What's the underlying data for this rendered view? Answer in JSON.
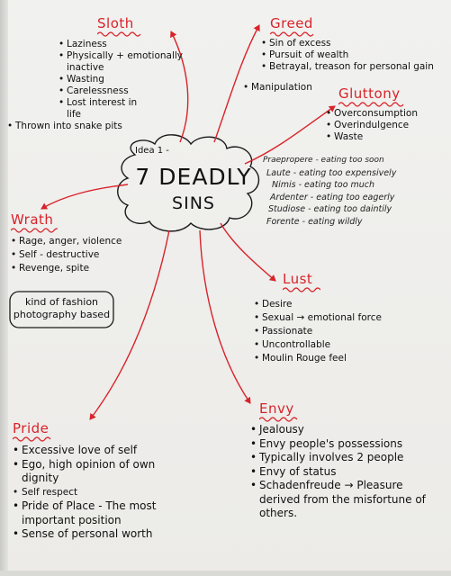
{
  "center": {
    "idea": "Idea 1 -",
    "title": "7 DEADLY",
    "subtitle": "SINS"
  },
  "sloth": {
    "heading": "Sloth",
    "items": [
      "Laziness",
      "Physically + emotionally inactive",
      "Wasting",
      "Carelessness",
      "Lost interest in life",
      "Thrown into snake pits"
    ]
  },
  "greed": {
    "heading": "Greed",
    "items": [
      "Sin of excess",
      "Pursuit of wealth",
      "Betrayal, treason for personal gain",
      "Manipulation"
    ]
  },
  "gluttony": {
    "heading": "Gluttony",
    "items": [
      "Overconsumption",
      "Overindulgence",
      "Waste"
    ],
    "types": [
      "Praepropere - eating too soon",
      "Laute - eating too expensively",
      "Nimis - eating too much",
      "Ardenter - eating too eagerly",
      "Studiose - eating too daintily",
      "Forente - eating wildly"
    ]
  },
  "wrath": {
    "heading": "Wrath",
    "items": [
      "Rage, anger, violence",
      "Self - destructive",
      "Revenge, spite"
    ],
    "note": [
      "kind of fashion",
      "photography based"
    ]
  },
  "lust": {
    "heading": "Lust",
    "items": [
      "Desire",
      "Sexual → emotional force",
      "Passionate",
      "Uncontrollable",
      "Moulin Rouge feel"
    ]
  },
  "pride": {
    "heading": "Pride",
    "items": [
      "Excessive love of self",
      "Ego, high opinion of own dignity",
      "Self respect",
      "Pride of Place - The most important position",
      "Sense of personal worth"
    ]
  },
  "envy": {
    "heading": "Envy",
    "items": [
      "Jealousy",
      "Envy people's possessions",
      "Typically involves 2 people",
      "Envy of status",
      "Schadenfreude → Pleasure derived from the misfortune of others."
    ]
  },
  "colors": {
    "ink": "#111111",
    "accent": "#d8232a",
    "paper": "#efefed"
  }
}
